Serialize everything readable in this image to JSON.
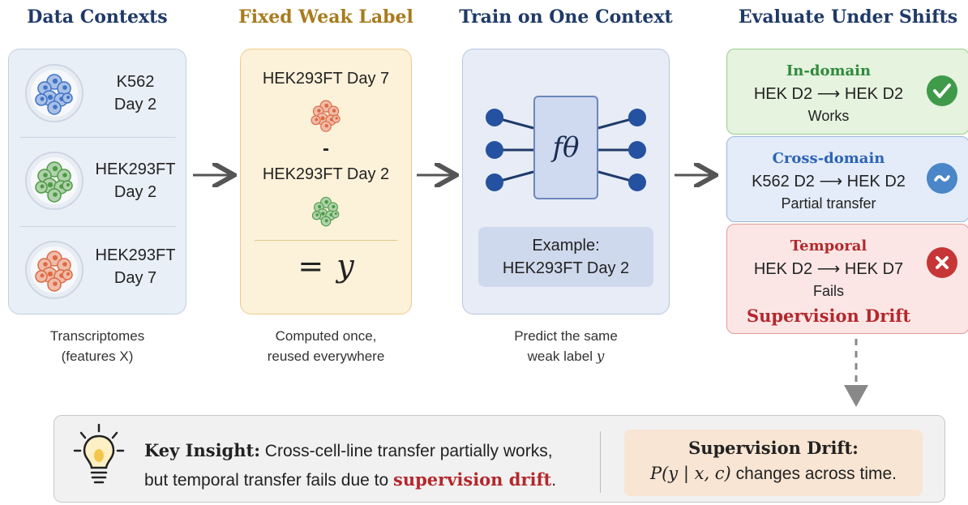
{
  "headings": {
    "data_contexts": "Data Contexts",
    "fixed_weak_label": "Fixed Weak Label",
    "train_one_context": "Train on One Context",
    "evaluate_shifts": "Evaluate Under Shifts"
  },
  "data_contexts": {
    "items": [
      {
        "line1": "K562",
        "line2": "Day 2",
        "color": "#3f73c7"
      },
      {
        "line1": "HEK293FT",
        "line2": "Day 2",
        "color": "#4e9a45"
      },
      {
        "line1": "HEK293FT",
        "line2": "Day 7",
        "color": "#dd6a42"
      }
    ],
    "caption_line1": "Transcriptomes",
    "caption_line2": "(features X)"
  },
  "weak_label": {
    "top": "HEK293FT Day 7",
    "minus": "-",
    "bottom": "HEK293FT Day 2",
    "equals": "=",
    "y": "y",
    "caption_line1": "Computed once,",
    "caption_line2": "reused everywhere"
  },
  "train": {
    "model_symbol": "fθ",
    "example_line1": "Example:",
    "example_line2": "HEK293FT Day 2",
    "caption_line1": "Predict the same",
    "caption_line2_prefix": "weak label",
    "caption_line2_var": "y"
  },
  "evaluate": {
    "cards": [
      {
        "title": "In-domain",
        "line": "HEK D2 ⟶ HEK D2",
        "note": "Works",
        "title_color": "#2f8a3a",
        "status_icon": "check-icon"
      },
      {
        "title": "Cross-domain",
        "line": "K562 D2 ⟶ HEK D2",
        "note": "Partial transfer",
        "title_color": "#2c63b6",
        "status_icon": "tilde-icon"
      },
      {
        "title": "Temporal",
        "line": "HEK D2 ⟶ HEK D7",
        "note": "Fails",
        "title_color": "#b3282d",
        "status_icon": "x-icon"
      }
    ],
    "drift_label": "Supervision Drift"
  },
  "insight": {
    "label": "Key Insight:",
    "text1": " Cross-cell-line transfer partially works,",
    "text2": "but temporal transfer fails due to ",
    "highlight": "supervision drift",
    "end": ".",
    "box_title": "Supervision Drift:",
    "formula": "P(y | x, c)",
    "formula_suffix": " changes across time."
  }
}
